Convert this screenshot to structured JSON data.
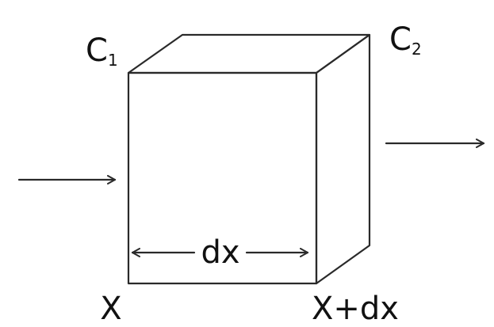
{
  "labels": {
    "c1_main": "C",
    "c1_sub": "1",
    "c2_main": "C",
    "c2_sub": "2",
    "dx": "dx",
    "x_left": "X",
    "x_right": "X+dx"
  },
  "colors": {
    "line": "#2a2a2a",
    "text": "#111111",
    "background": "#ffffff"
  }
}
